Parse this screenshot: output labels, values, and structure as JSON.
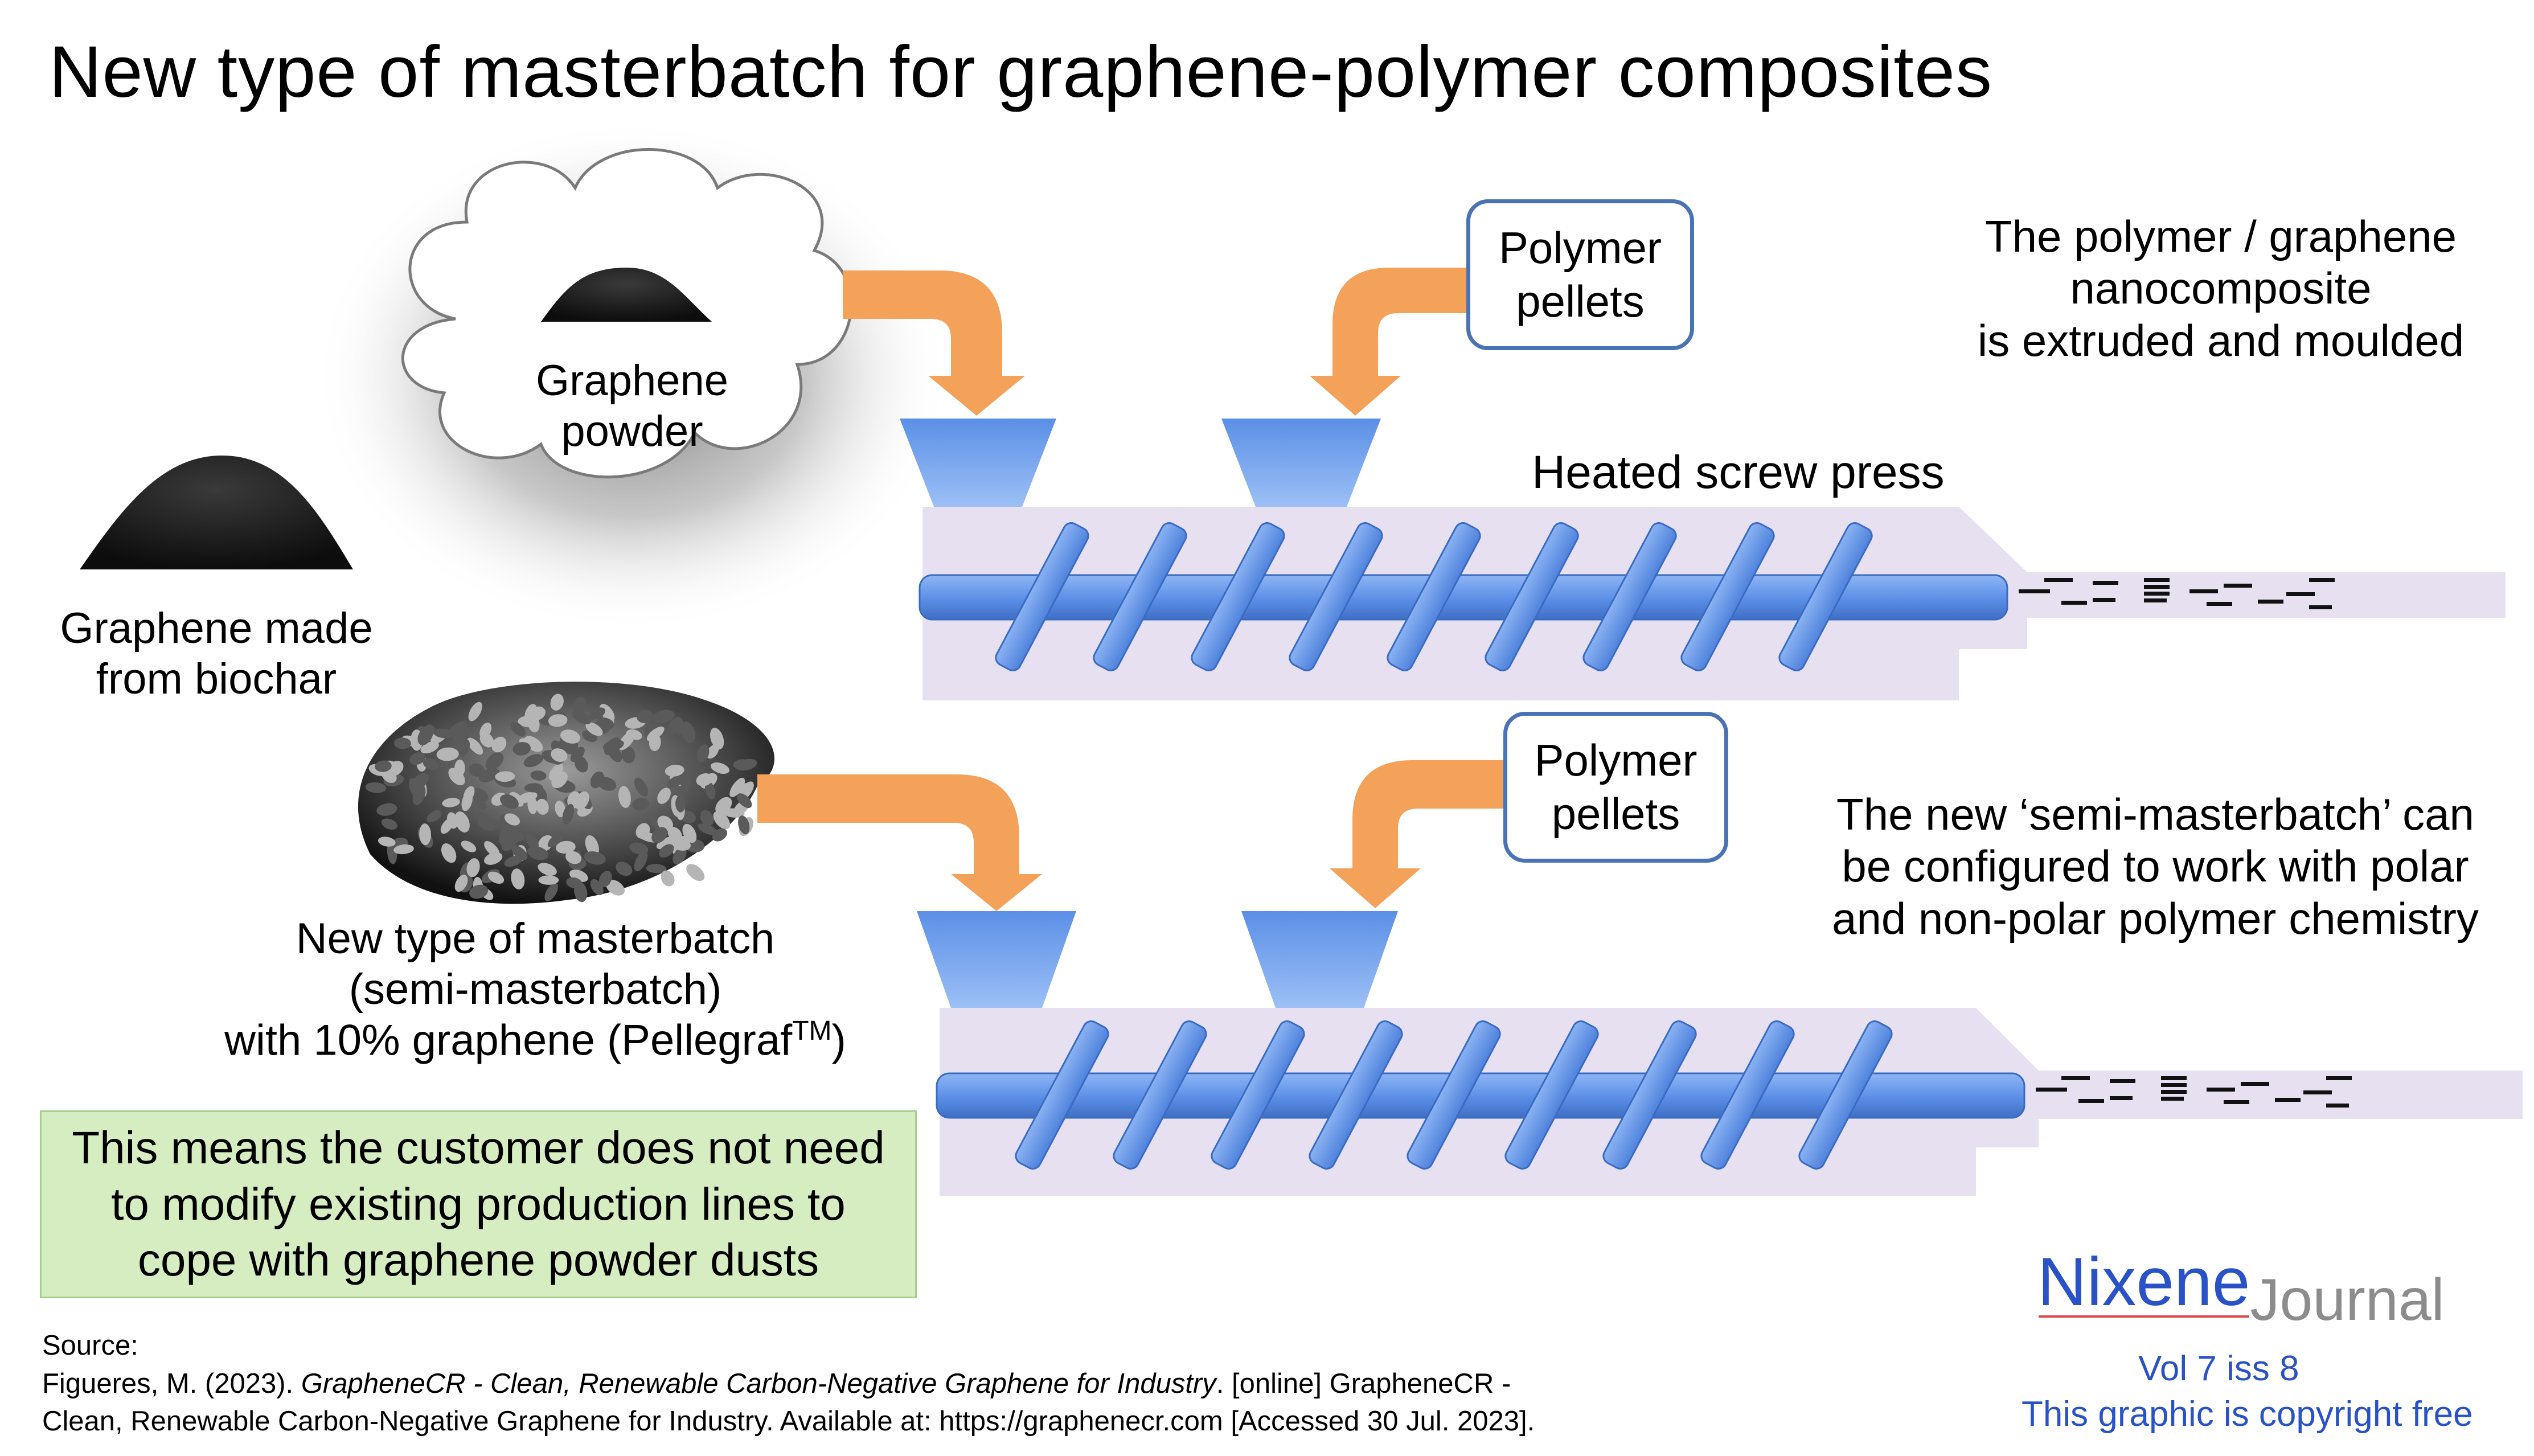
{
  "title": "New type of masterbatch for graphene-polymer composites",
  "labels": {
    "graphene_powder": [
      "Graphene",
      "powder"
    ],
    "graphene_biochar": [
      "Graphene made",
      "from biochar"
    ],
    "polymer_pellets_top": [
      "Polymer",
      "pellets"
    ],
    "polymer_pellets_bottom": [
      "Polymer",
      "pellets"
    ],
    "screw_press": "Heated screw press",
    "nanocomposite": [
      "The polymer / graphene",
      "nanocomposite",
      "is extruded and moulded"
    ],
    "masterbatch_line1": "New type of masterbatch",
    "masterbatch_line2": "(semi-masterbatch)",
    "masterbatch_line3_pre": "with 10% graphene (Pellegraf",
    "masterbatch_line3_sup": "TM",
    "masterbatch_line3_post": ")",
    "semi_masterbatch": [
      "The new ‘semi-masterbatch’ can",
      "be configured to work with polar",
      "and non-polar polymer chemistry"
    ]
  },
  "callout": [
    "This means the customer does not need",
    "to modify existing production lines to",
    "cope with graphene powder dusts"
  ],
  "source": {
    "heading": "Source:",
    "line1_pre": "Figueres, M. (2023). ",
    "line1_italic": "GrapheneCR - Clean, Renewable Carbon-Negative Graphene for Industry",
    "line1_post": ". [online] GrapheneCR -",
    "line2": "Clean, Renewable Carbon-Negative Graphene for Industry. Available at: https://graphenecr.com [Accessed 30 Jul. 2023]."
  },
  "logo": {
    "part1": "Nixene",
    "part2": "Journal"
  },
  "issue": "Vol 7 iss 8",
  "copyright": "This graphic is copyright free",
  "colors": {
    "hopper": "#6b98e6",
    "screw": "#5f92e8",
    "barrel": "#e6e0f1",
    "arrow": "#f4a15a",
    "box_border": "#4a73b5",
    "callout_bg": "#d5edc1",
    "brand_blue": "#2a52c7"
  }
}
